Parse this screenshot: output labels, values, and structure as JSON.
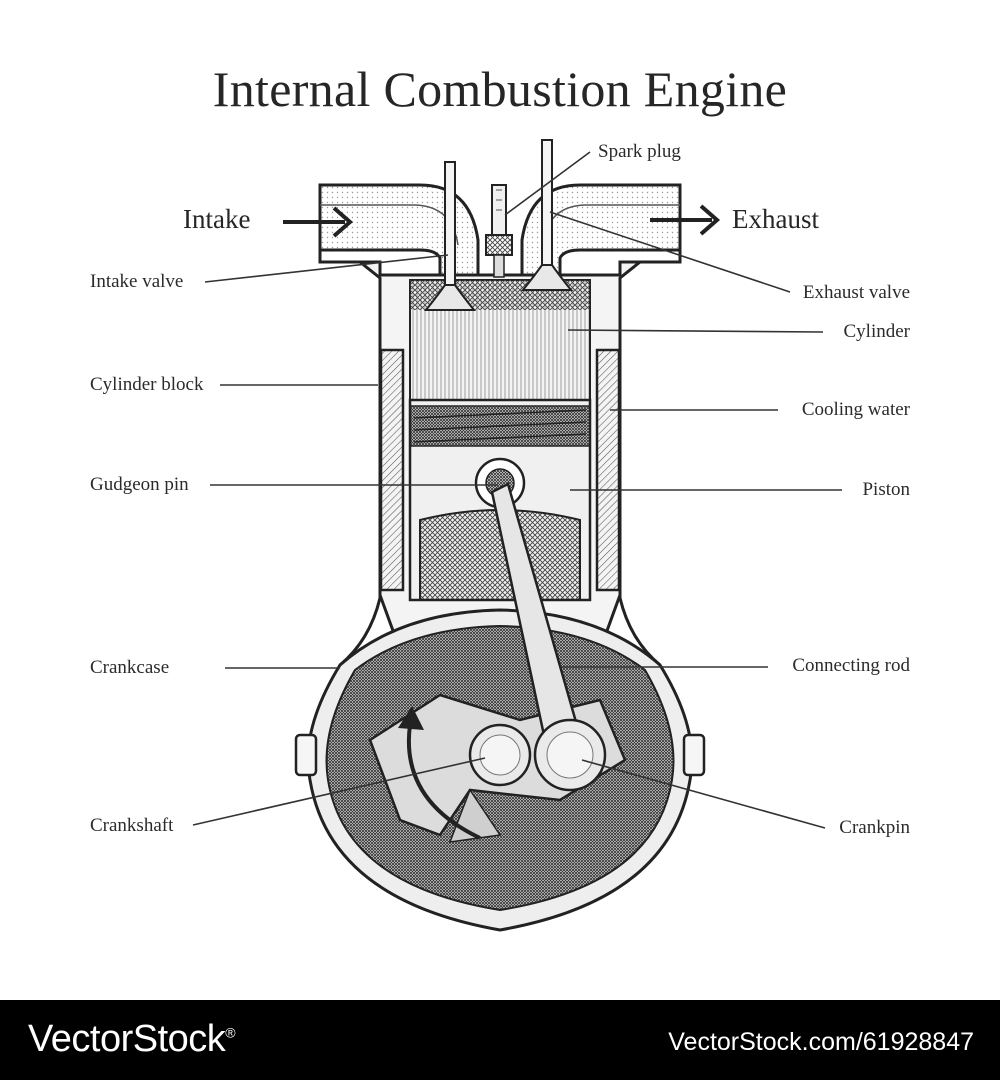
{
  "title": "Internal Combustion Engine",
  "labels": {
    "spark_plug": "Spark plug",
    "intake": "Intake",
    "exhaust": "Exhaust",
    "intake_valve": "Intake valve",
    "exhaust_valve": "Exhaust valve",
    "cylinder": "Cylinder",
    "cylinder_block": "Cylinder block",
    "cooling_water": "Cooling water",
    "gudgeon_pin": "Gudgeon pin",
    "piston": "Piston",
    "crankcase": "Crankcase",
    "connecting_rod": "Connecting rod",
    "crankshaft": "Crankshaft",
    "crankpin": "Crankpin"
  },
  "footer": {
    "brand": "VectorStock",
    "registered_mark": "®",
    "url": "VectorStock.com/61928847"
  }
}
